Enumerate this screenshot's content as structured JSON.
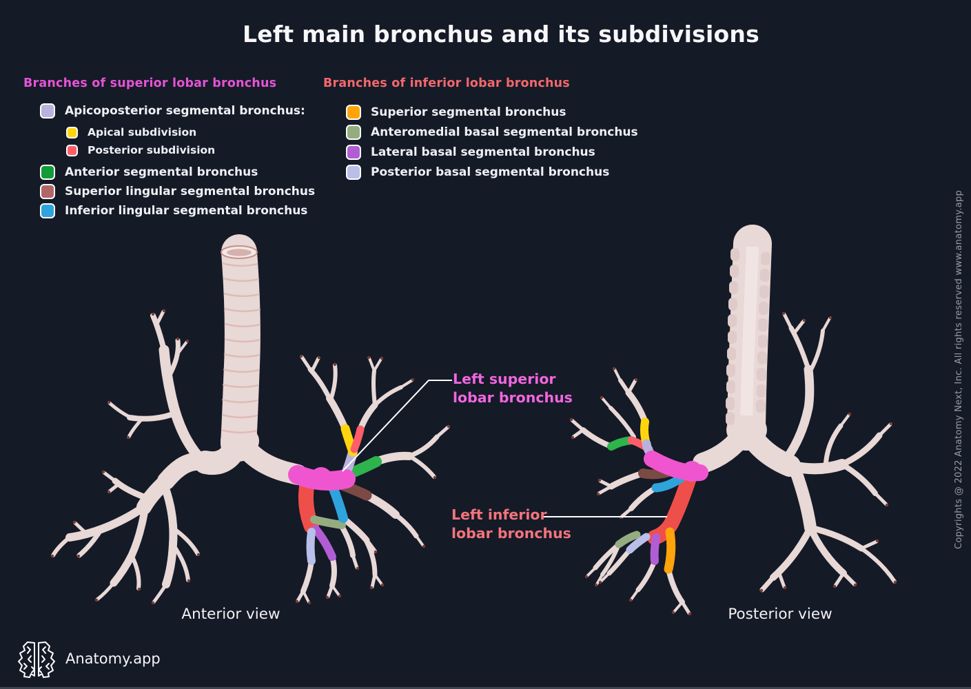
{
  "title": "Left main bronchus and its subdivisions",
  "legend_superior": {
    "header": "Branches of superior lobar bronchus",
    "items": [
      {
        "label": "Apicoposterior segmental bronchus:",
        "color": "#b8b3dc"
      },
      {
        "label": "Apical subdivision",
        "color": "#ffd60e"
      },
      {
        "label": "Posterior subdivision",
        "color": "#ff5e69"
      },
      {
        "label": "Anterior segmental bronchus",
        "color": "#129b38"
      },
      {
        "label": "Superior lingular segmental bronchus",
        "color": "#b16767"
      },
      {
        "label": "Inferior lingular segmental bronchus",
        "color": "#2fa3dc"
      }
    ]
  },
  "legend_inferior": {
    "header": "Branches of inferior lobar bronchus",
    "items": [
      {
        "label": "Superior segmental bronchus",
        "color": "#ffa40a"
      },
      {
        "label": "Anteromedial basal segmental bronchus",
        "color": "#95ac81"
      },
      {
        "label": "Lateral basal segmental bronchus",
        "color": "#b15ed5"
      },
      {
        "label": "Posterior basal segmental bronchus",
        "color": "#b9bfe9"
      }
    ]
  },
  "callout_superior": {
    "line1": "Left superior",
    "line2": "lobar bronchus"
  },
  "callout_inferior": {
    "line1": "Left inferior",
    "line2": "lobar bronchus"
  },
  "views": {
    "anterior": "Anterior view",
    "posterior": "Posterior view"
  },
  "brand": "Anatomy.app",
  "copyright": "Copyrights @ 2022 Anatomy Next, Inc. All rights reserved www.anatomy.app",
  "colors": {
    "bg": "#151a27",
    "text": "#eef0f4",
    "title": "#f7f6f8",
    "view_label": "#f2f1f3",
    "copyright_text": "#999ba6",
    "header_superior": "#e454d4",
    "header_inferior": "#f2686c",
    "callout_superior": "#f166df",
    "callout_inferior": "#f4747b",
    "lavender": "#b8b3dc",
    "yellow": "#ffd60e",
    "coral_red": "#ff5e69",
    "green": "#129b38",
    "rose_brown": "#b16767",
    "sky_blue": "#2fa3dc",
    "orange": "#ffa40a",
    "sage": "#95ac81",
    "purple": "#b15ed5",
    "periwinkle": "#b9bfe9",
    "seg_red": "#ef4f4a",
    "seg_brown": "#7b4a44",
    "seg_green": "#2db44c",
    "seg_magenta": "#f055d0",
    "pale": "#e8d8d6",
    "pale_hi": "#f3e9e7",
    "plate": "#dfcbc9",
    "ring": "#dbb0a8",
    "open_rim": "#c98f88",
    "open_in": "#b9847e",
    "tip": "#7a3b33",
    "line": "#ffffff"
  }
}
